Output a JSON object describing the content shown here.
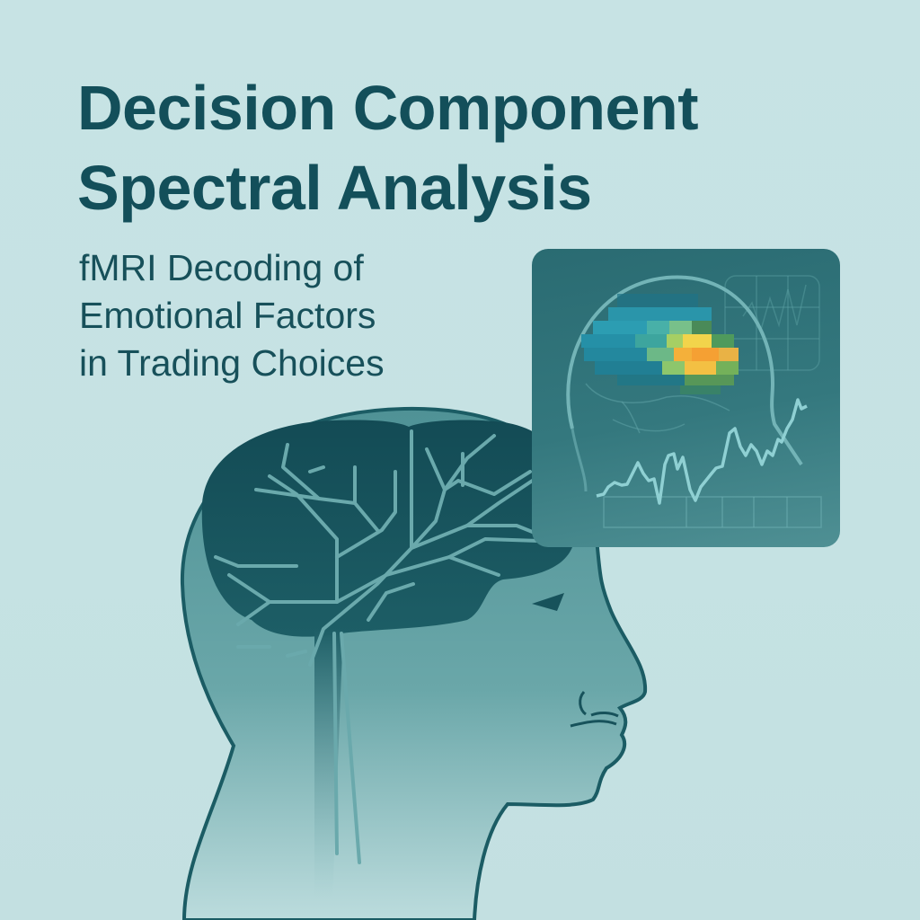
{
  "title": {
    "line1": "Decision Component",
    "line2": "Spectral Analysis"
  },
  "subtitle": {
    "line1": "fMRI Decoding of",
    "line2": "Emotional Factors",
    "line3": "in Trading Choices"
  },
  "illustration": {
    "main": "head-profile-with-branching-brain",
    "inset": "fmri-heatmap-with-signal-trace"
  },
  "colors": {
    "background": "#c7e3e4",
    "title_text": "#134f5a",
    "head_fill": "#5e9ea1",
    "brain_fill": "#17525b",
    "panel_bg": "#2f7379",
    "signal_line": "#8fd0d3",
    "heat_hot": "#f5a033",
    "heat_warm": "#f1d94a",
    "heat_cool": "#2a9bb0"
  }
}
